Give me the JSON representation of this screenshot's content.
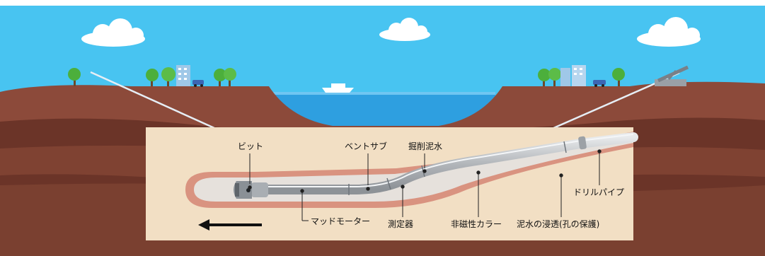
{
  "diagram": {
    "labels": {
      "bit": "ビット",
      "bent_sub": "ベントサブ",
      "drilling_mud": "掘削泥水",
      "mud_motor": "マッドモーター",
      "measuring_device": "測定器",
      "non_magnetic_collar": "非磁性カラー",
      "mud_infiltration": "泥水の浸透(孔の保護)",
      "drill_pipe": "ドリルパイプ"
    },
    "direction_arrow": "left",
    "colors": {
      "sky": "#48c4f1",
      "cloud": "#ffffff",
      "water": "#2e9fe0",
      "soil_top": "#8c4a3a",
      "soil_mid": "#6b3428",
      "soil_deep": "#7a4030",
      "bore_background": "#f2dfc4",
      "mud_layer": "#d99380",
      "pipe": "#b9bdc2",
      "tree": "#4caf3c",
      "building": "#9fc8e8"
    }
  }
}
